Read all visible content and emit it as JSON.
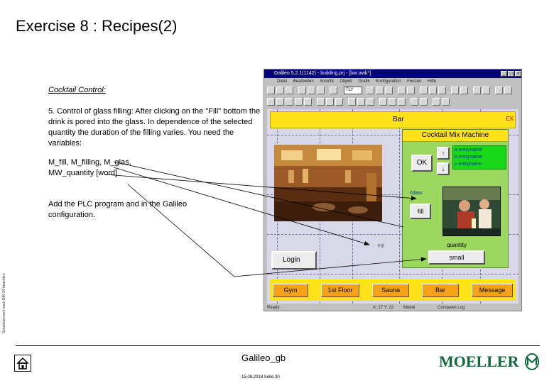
{
  "slide": {
    "title": "Exercise 8 : Recipes(2)",
    "section_heading": "Cocktail Control:",
    "step_text": "5. Control of glass filling: After clicking on the \"Fill\" bottom the drink is pored into the glass. In dependence of the selected quantity the duration of the filling varies. You need the variables:",
    "variables_text": "M_fill, M_filling, M_glas, MW_quantity [word]",
    "add_text": "Add the PLC program and in the Galileo configuration.",
    "side_note": "Schutzvermerk nach DIN 34 beachten"
  },
  "app": {
    "window_title": "Galileo 5.2.1(1142) - building.prj - [bar.awk*]",
    "menu_items": [
      "Datei",
      "Bearbeiten",
      "Ansicht",
      "Objekt",
      "Grafik",
      "Konfiguration",
      "Fenster",
      "Hilfe"
    ],
    "zoom_value": "TLY",
    "status_text": "Ready",
    "status_coords": "X: 17  Y: 22",
    "status_mode": "Modal",
    "status_mode2": "Computer-Log"
  },
  "hmi": {
    "bar_label": "Bar",
    "close_label": "EX",
    "mix_machine_title": "Cocktail Mix Machine",
    "ok_label": "OK",
    "arrow_up": "↑",
    "arrow_down": "↓",
    "entries": [
      "a entryname",
      "b entryname",
      "c entryname"
    ],
    "glass_label": "Glass",
    "fill_label": "fill",
    "quantity_label": "quantity",
    "small_label": "small",
    "login_label": "Login",
    "level_label": "Fill",
    "nav_buttons": [
      "Gym",
      "1st Floor",
      "Sauna",
      "Bar",
      "Message"
    ]
  },
  "footer": {
    "title": "Galileo_gb",
    "date": "15.08.2018 Seite 30",
    "brand": "MOELLER"
  },
  "colors": {
    "hmi_yellow": "#ffe21a",
    "hmi_green": "#9cd860",
    "nav_orange": "#f4a21a",
    "titlebar_blue": "#00007b",
    "brand_green": "#0e6a3a"
  }
}
